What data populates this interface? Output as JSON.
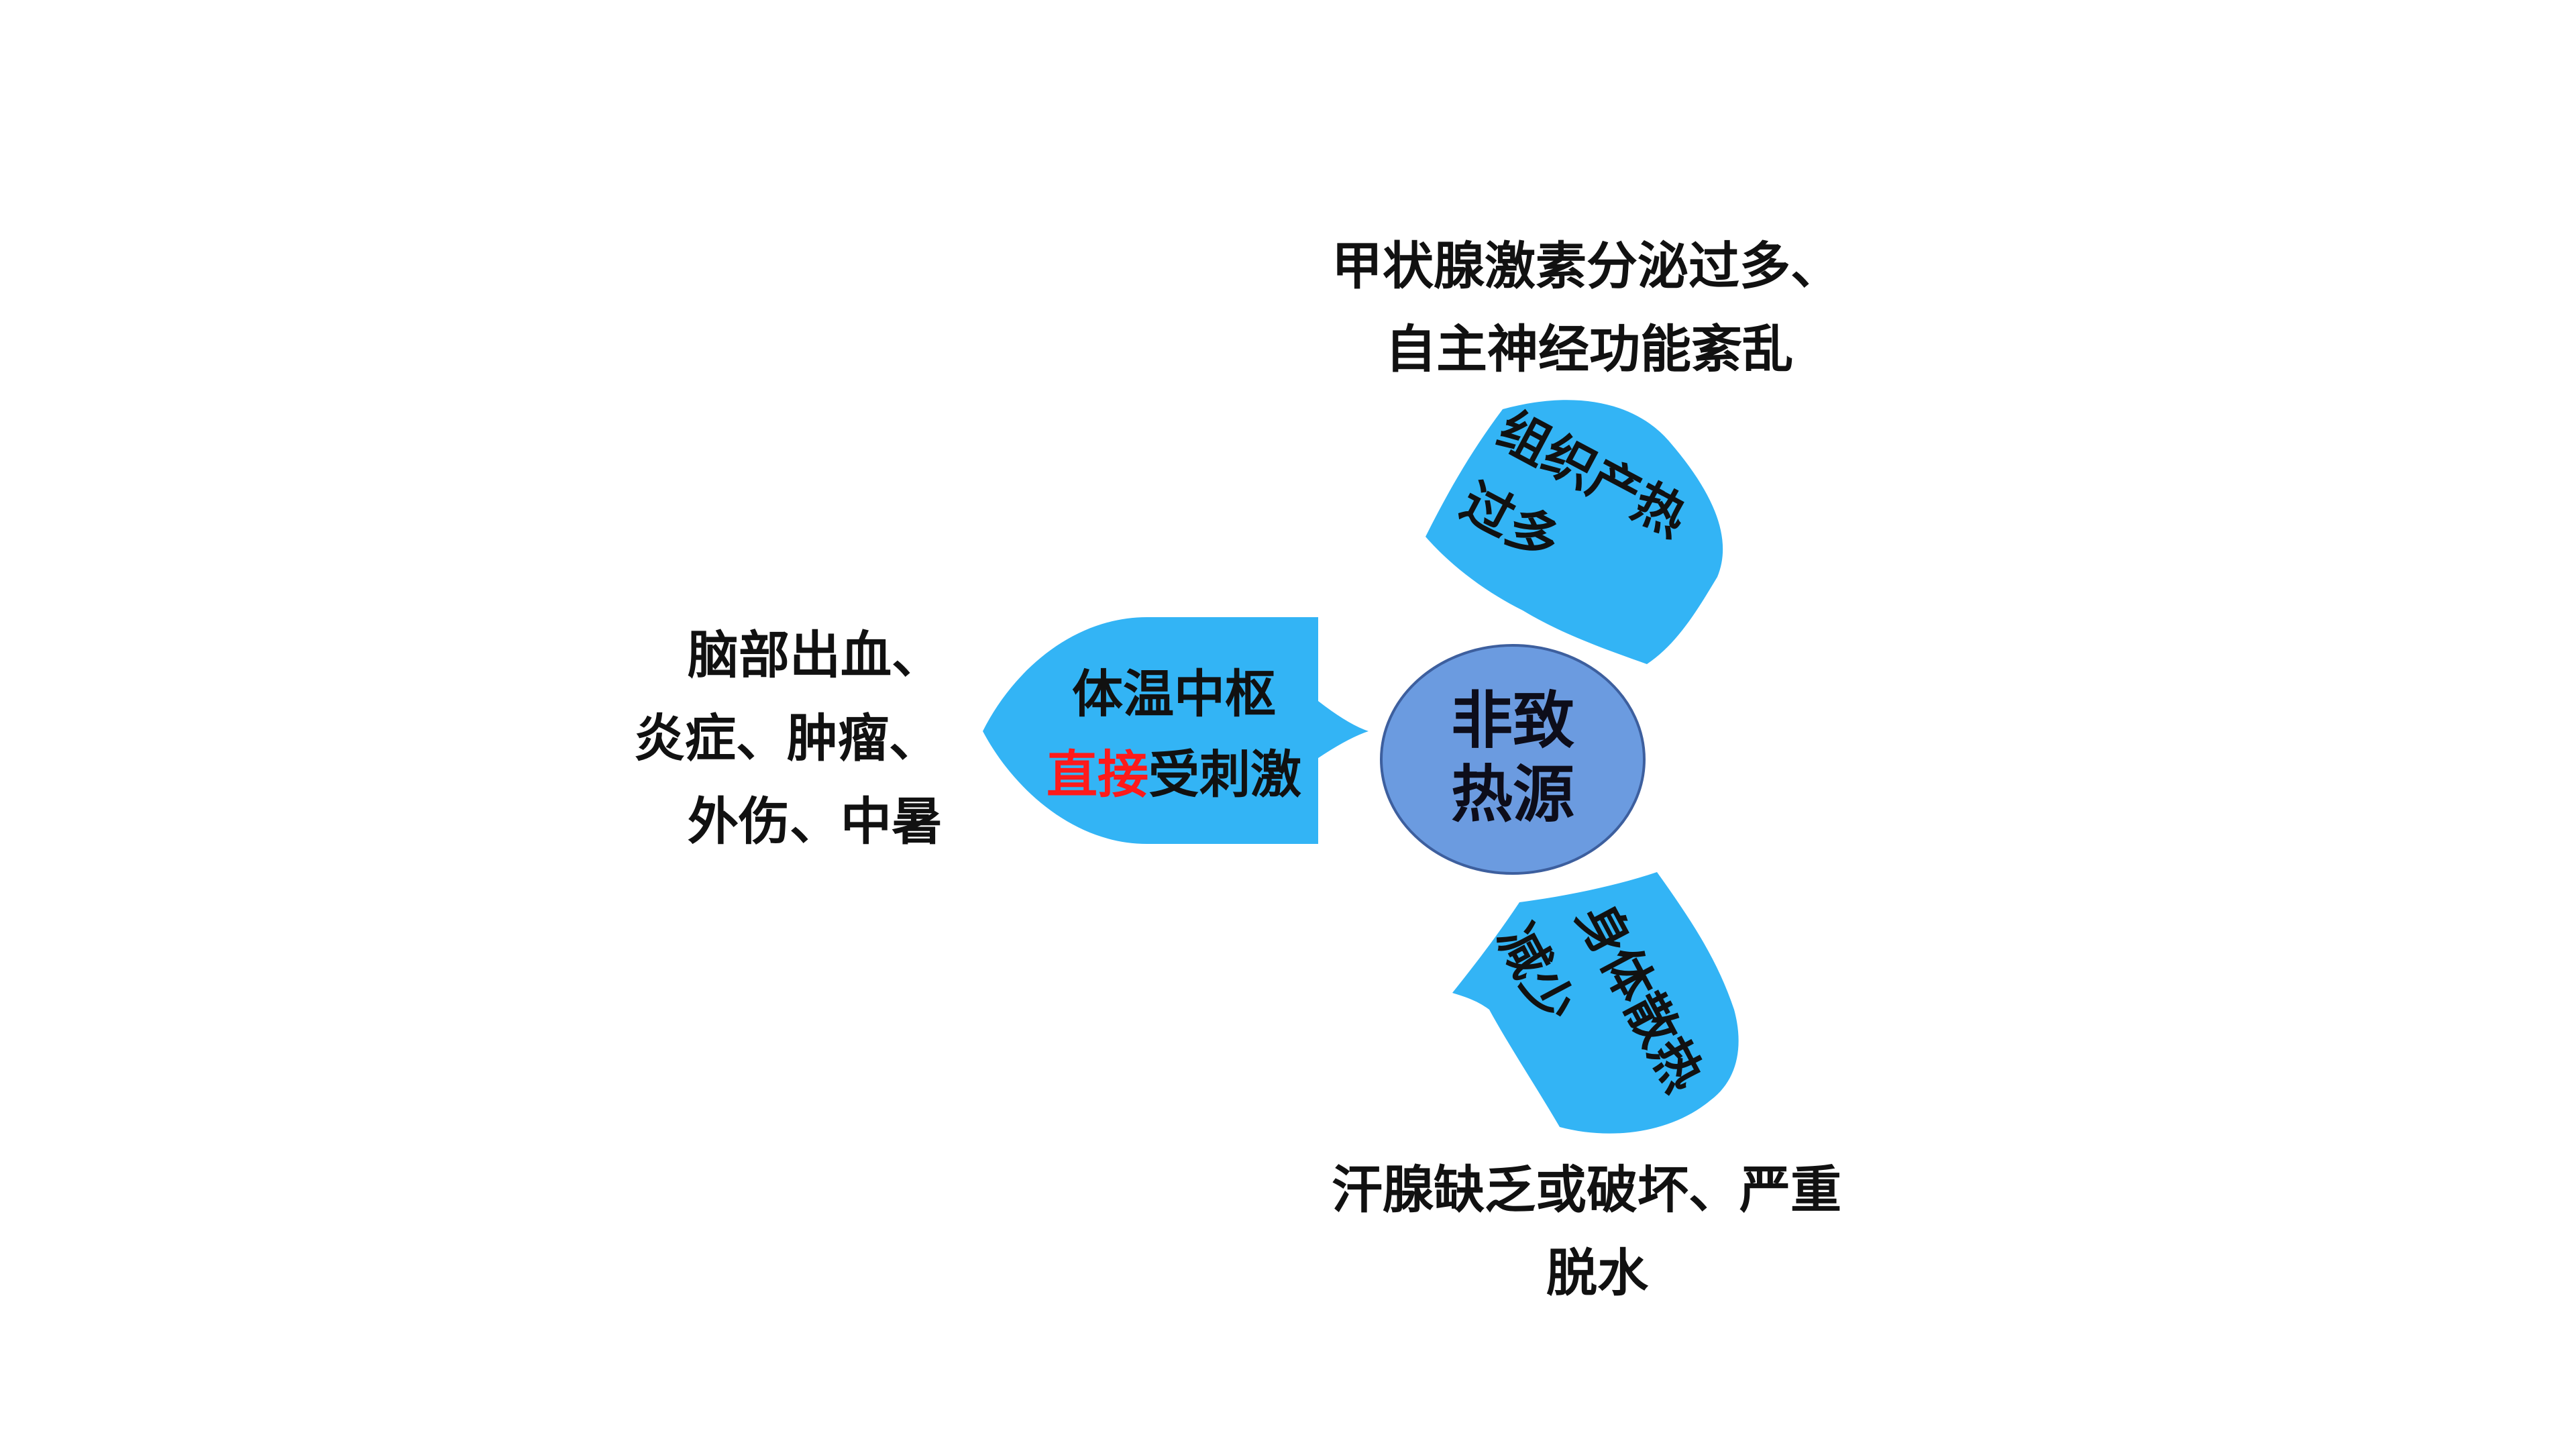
{
  "center": {
    "line1": "非致",
    "line2": "热源",
    "fill": "#6b9be0",
    "stroke": "#3d5f9e"
  },
  "petals": {
    "fill": "#33b4f5",
    "left": {
      "line1": "体温中枢",
      "line2_highlight": "直接",
      "line2_rest": "受刺激",
      "highlight_color": "#ff1a1a"
    },
    "top_right": {
      "line1": "组织产热",
      "line2": "过多"
    },
    "bottom_right": {
      "line1": "身体散热",
      "line2": "减少"
    }
  },
  "causes": {
    "top": {
      "line1": "甲状腺激素分泌过多、",
      "line2": "自主神经功能紊乱"
    },
    "left": {
      "line1": "脑部出血、",
      "line2": "炎症、肿瘤、",
      "line3": "外伤、中暑"
    },
    "bottom": {
      "line1": "汗腺缺乏或破坏、严重",
      "line2": "脱水"
    }
  }
}
